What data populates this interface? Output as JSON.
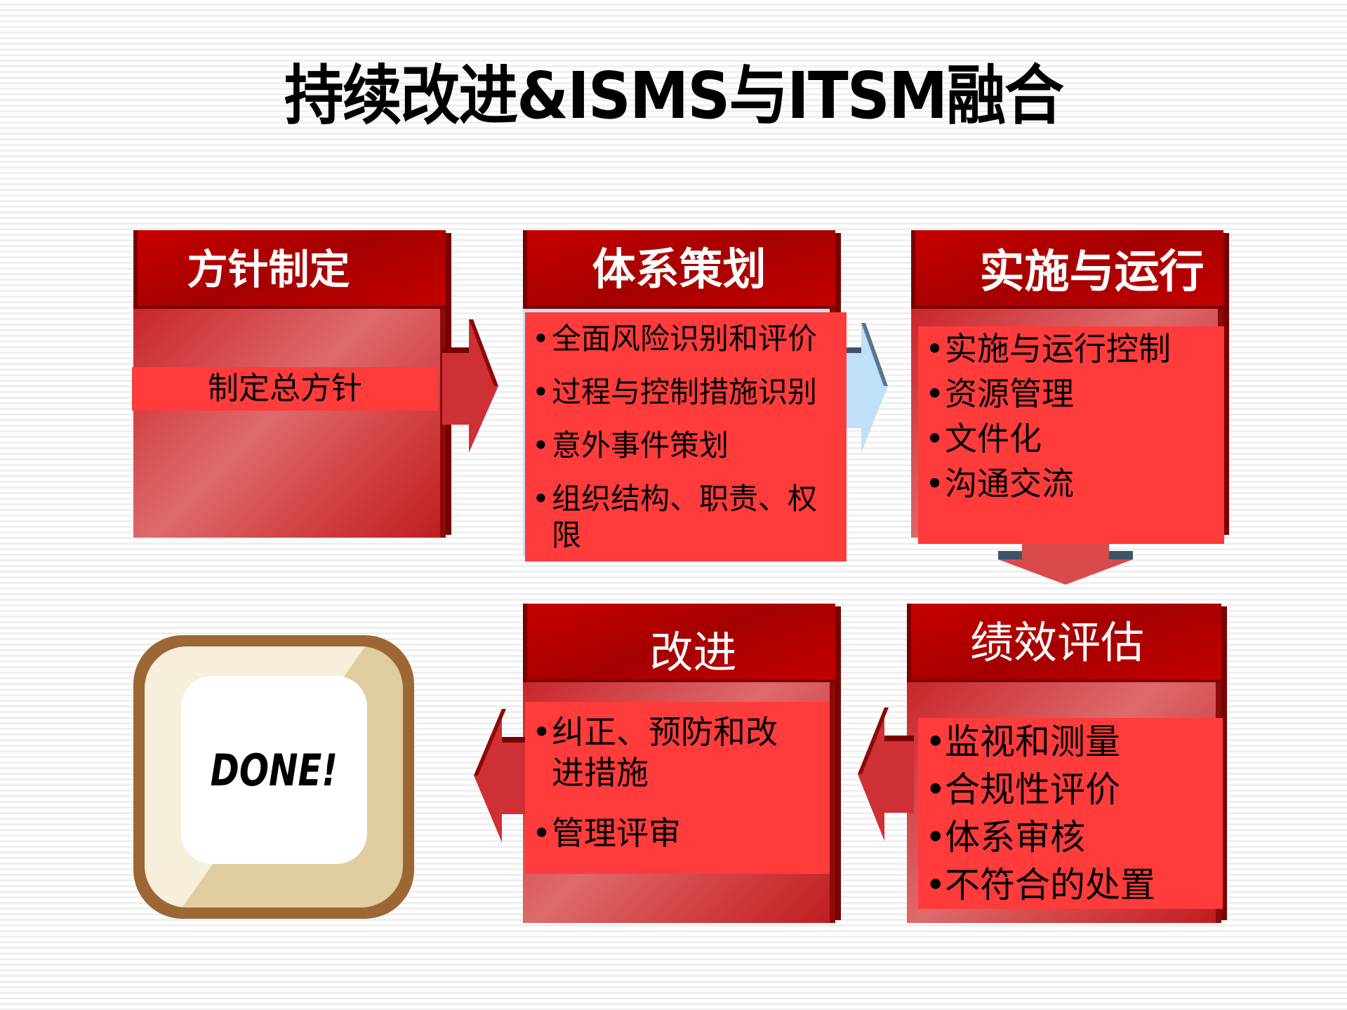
{
  "title": "持续改进&ISMS与ITSM融合",
  "colors": {
    "header_red": "#b00000",
    "panel_red": "#ff3b3b",
    "body_red": "#d24446",
    "arrow_blue": "#bfe0f7",
    "done_frame": "#9c6734",
    "done_fill": "#dfcda0"
  },
  "steps": [
    {
      "id": "policy",
      "title": "方针制定",
      "items": [
        "制定总方针"
      ]
    },
    {
      "id": "planning",
      "title": "体系策划",
      "items": [
        "全面风险识别和评价",
        "过程与控制措施识别",
        "意外事件策划",
        "组织结构、职责、权限"
      ]
    },
    {
      "id": "implementation",
      "title": "实施与运行",
      "items": [
        "实施与运行控制",
        "资源管理",
        "文件化",
        "沟通交流"
      ]
    },
    {
      "id": "evaluation",
      "title": "绩效评估",
      "items": [
        "监视和测量",
        "合规性评价",
        "体系审核",
        "不符合的处置"
      ]
    },
    {
      "id": "improvement",
      "title": "改进",
      "items": [
        "纠正、预防和改进措施",
        "管理评审"
      ]
    }
  ],
  "done": {
    "label": "DONE!"
  }
}
